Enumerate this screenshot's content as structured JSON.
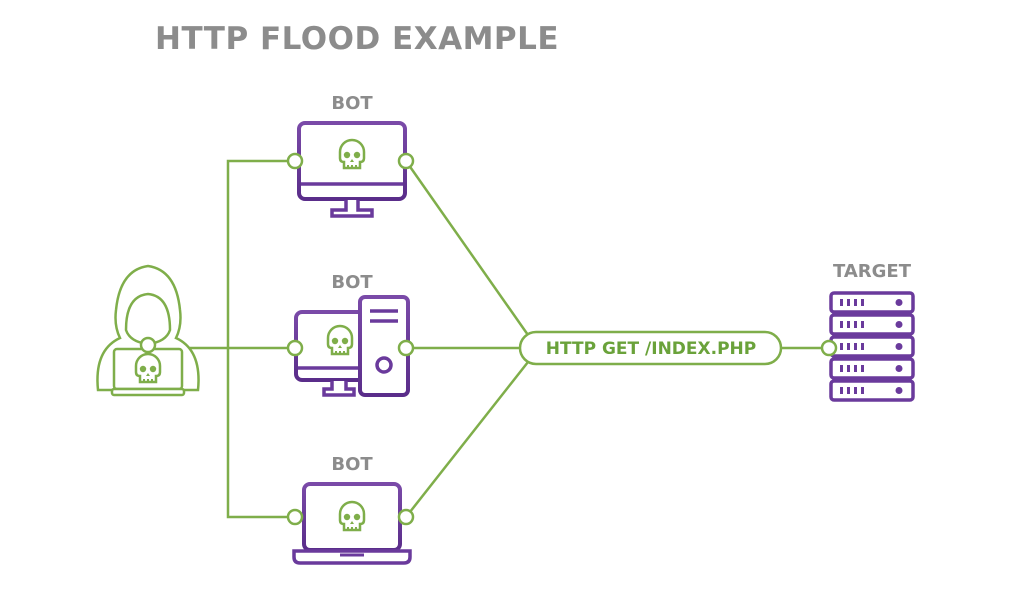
{
  "title": "HTTP FLOOD EXAMPLE",
  "attacker": {
    "icon": "hooded-hacker-icon"
  },
  "bots": [
    {
      "label": "BOT",
      "device": "monitor-icon"
    },
    {
      "label": "BOT",
      "device": "desktop-tower-icon"
    },
    {
      "label": "BOT",
      "device": "laptop-icon"
    }
  ],
  "request": {
    "label": "HTTP GET /INDEX.PHP"
  },
  "target": {
    "label": "TARGET",
    "icon": "server-rack-icon"
  },
  "colors": {
    "title": "#8c8c8c",
    "accent_green": "#7fae4a",
    "device_purple": "#6a3a9c"
  }
}
